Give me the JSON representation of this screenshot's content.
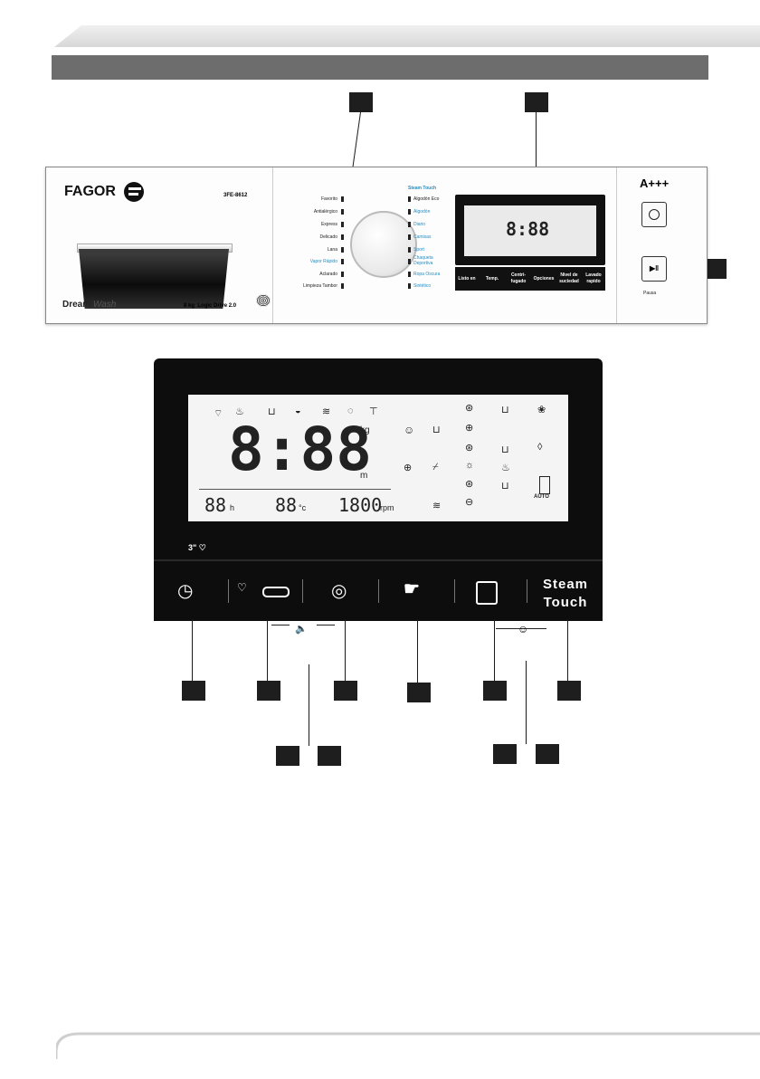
{
  "panel": {
    "brand": "FAGOR",
    "model": "3FE-8612",
    "rating": "A+++",
    "dream": "Dream",
    "wash": "Wash",
    "capacity": "8 kg",
    "drive": "Logic Drive 2.0",
    "steam_touch_label": "Steam Touch",
    "programs_left": [
      "Favorito",
      "Antialérgico",
      "Express",
      "Delicado",
      "Lana",
      "Vapor Rápido",
      "Aclarado",
      "Limpieza Tambor"
    ],
    "programs_right": [
      "Algodón Eco",
      "Algodón",
      "Diario",
      "Camisas",
      "Sport",
      "Chaqueta Deportiva",
      "Ropa Oscura",
      "Sintético"
    ],
    "buttons": [
      "Listo en",
      "Temp.",
      "Centri-fugado",
      "Opciones",
      "Nivel de suciedad",
      "Lavado rapido"
    ],
    "mini_display_digits": "8:88",
    "pause_label": "Pausa"
  },
  "display": {
    "main_digits": "8:88",
    "unit_kg": "kg",
    "unit_h": "h",
    "unit_m": "m",
    "sub_hours": "88",
    "sub_hours_unit": "h",
    "sub_temp": "88",
    "sub_temp_unit": "°c",
    "sub_rpm": "1800",
    "sub_rpm_unit": "rpm",
    "auto_label": "AUTO",
    "hold_label": "3\""
  },
  "controls": {
    "steam_line1": "Steam",
    "steam_line2": "Touch"
  },
  "colors": {
    "accent_blue": "#1d8fc9",
    "panel_dark": "#0d0d0d",
    "header_bar": "#6d6d6d"
  }
}
